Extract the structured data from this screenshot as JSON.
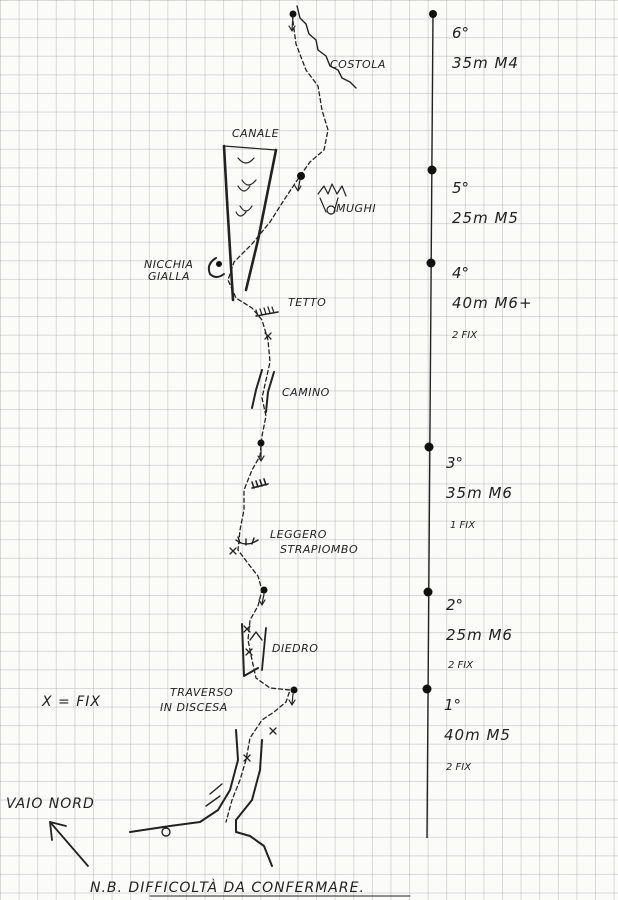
{
  "labels": {
    "costola": "COSTOLA",
    "canale": "CANALE",
    "mughi": "MUGHI",
    "nicchia": "NICCHIA",
    "gialla": "GIALLA",
    "tetto": "TETTO",
    "camino": "CAMINO",
    "leggero": "LEGGERO",
    "strapiombo": "STRAPIOMBO",
    "diedro": "DIEDRO",
    "traverso": "TRAVERSO",
    "in_discesa": "IN DISCESA",
    "legend": "X = FIX",
    "vaio_nord": "VAIO NORD",
    "note": "N.B.   DIFFICOLTÀ DA CONFERMARE."
  },
  "pitches": [
    {
      "number": "6°",
      "detail": "35m M4",
      "fix": ""
    },
    {
      "number": "5°",
      "detail": "25m M5",
      "fix": ""
    },
    {
      "number": "4°",
      "detail": "40m M6+",
      "fix": "2 FIX"
    },
    {
      "number": "3°",
      "detail": "35m M6",
      "fix": "1 FIX"
    },
    {
      "number": "2°",
      "detail": "25m M6",
      "fix": "2 FIX"
    },
    {
      "number": "1°",
      "detail": "40m M5",
      "fix": "2 FIX"
    }
  ]
}
